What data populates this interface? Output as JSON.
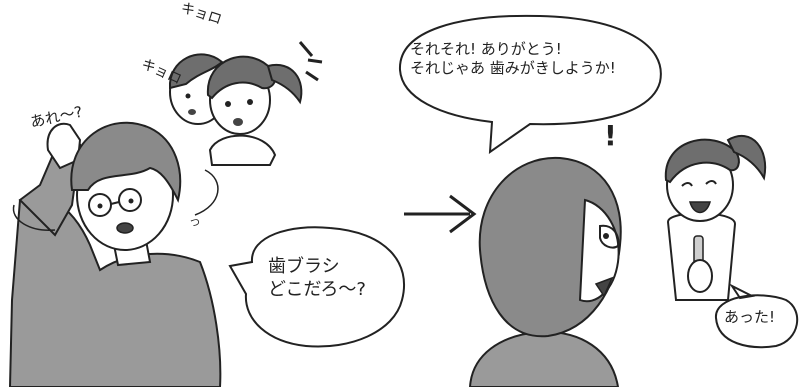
{
  "scene": {
    "left_panel": {
      "sound_are": "あれ～?",
      "sound_kyoro_1": "キョロ",
      "sound_kyoro_2": "キョロ",
      "sound_small": "つ",
      "speech": "歯ブラシ\nどこだろ～?"
    },
    "right_panel": {
      "speech": "それそれ! ありがとう!\nそれじゃあ 歯みがきしようか!",
      "exclamation": "!",
      "child_speech": "あった!"
    }
  },
  "colors": {
    "line": "#222222",
    "skin": "#ffffff",
    "hair": "#8a8a8a",
    "shirt": "#9a9a9a",
    "dark_hair": "#6e6e6e"
  }
}
